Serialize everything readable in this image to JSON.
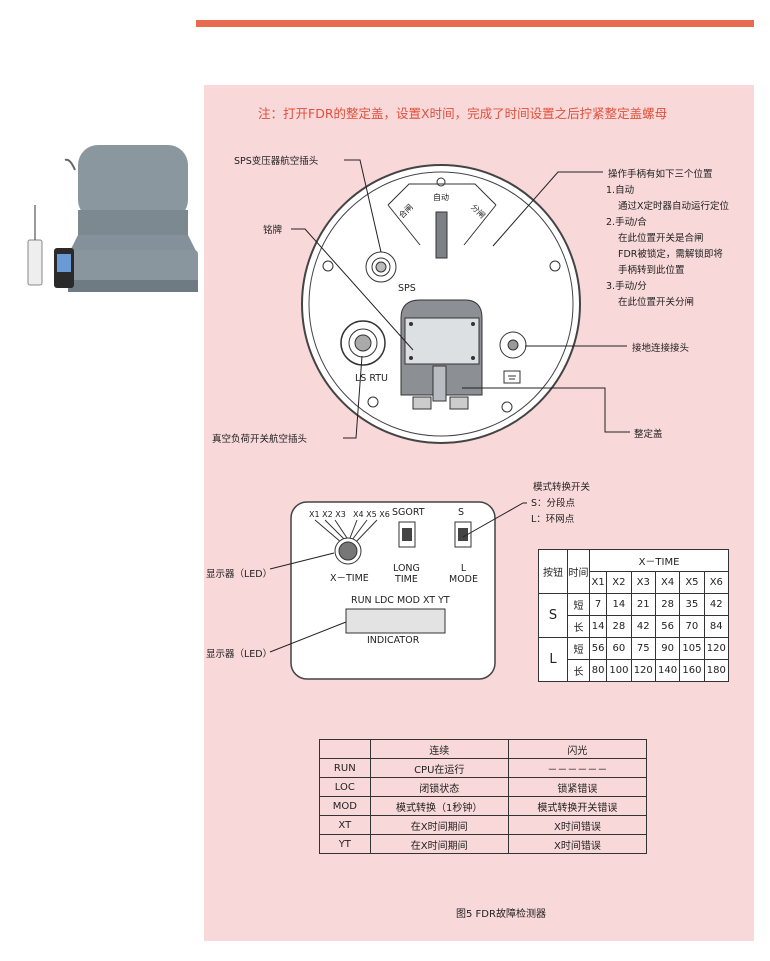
{
  "note": "注：打开FDR的整定盖，设置X时间，完成了时间设置之后拧紧整定盖螺母",
  "diagram1": {
    "sps_socket": "SPS变压器航空插头",
    "nameplate": "铭牌",
    "vacuum_socket": "真空负荷开关航空插头",
    "handle_title": "操作手柄有如下三个位置",
    "handle_lines": [
      "1.自动",
      "通过X定时器自动运行定位",
      "2.手动/合",
      "在此位置开关是合闸",
      "FDR被锁定，需解锁即将",
      "手柄转到此位置",
      "3.手动/分",
      "在此位置开关分闸"
    ],
    "ground": "接地连接接头",
    "setting_cover": "整定盖",
    "dial_auto": "自动",
    "dial_close": "合闸",
    "dial_open": "分闸",
    "sps": "SPS",
    "ls_rtu": "LS RTU"
  },
  "diagram2": {
    "mode_switch": "模式转换开关",
    "mode_s": "S：分段点",
    "mode_l": "L：环网点",
    "display1": "显示器（LED）",
    "display2": "显示器（LED）",
    "x_labels_a": "X1 X2 X3",
    "x_labels_b": "X4 X5 X6",
    "x_time": "X－TIME",
    "sgort": "SGORT",
    "s": "S",
    "long_time": "LONG\nTIME",
    "l_mode": "L\nMODE",
    "indicator_labels": "RUN LDC MOD XT YT",
    "indicator": "INDICATOR"
  },
  "xtime_table": {
    "h_button": "按钮",
    "h_time": "时间",
    "h_xtime": "X－TIME",
    "cols": [
      "X1",
      "X2",
      "X3",
      "X4",
      "X5",
      "X6"
    ],
    "groups": [
      {
        "name": "S",
        "rows": [
          {
            "label": "短",
            "values": [
              "7",
              "14",
              "21",
              "28",
              "35",
              "42"
            ]
          },
          {
            "label": "长",
            "values": [
              "14",
              "28",
              "42",
              "56",
              "70",
              "84"
            ]
          }
        ]
      },
      {
        "name": "L",
        "rows": [
          {
            "label": "短",
            "values": [
              "56",
              "60",
              "75",
              "90",
              "105",
              "120"
            ]
          },
          {
            "label": "长",
            "values": [
              "80",
              "100",
              "120",
              "140",
              "160",
              "180"
            ]
          }
        ]
      }
    ]
  },
  "led_table": {
    "headers": [
      "",
      "连续",
      "闪光"
    ],
    "rows": [
      [
        "RUN",
        "CPU在运行",
        "－－－－－－"
      ],
      [
        "LOC",
        "闭锁状态",
        "锁紧错误"
      ],
      [
        "MOD",
        "模式转换（1秒钟）",
        "模式转换开关错误"
      ],
      [
        "XT",
        "在X时间期间",
        "X时间错误"
      ],
      [
        "YT",
        "在X时间期间",
        "X时间错误"
      ]
    ]
  },
  "caption": "图5  FDR故障检测器"
}
